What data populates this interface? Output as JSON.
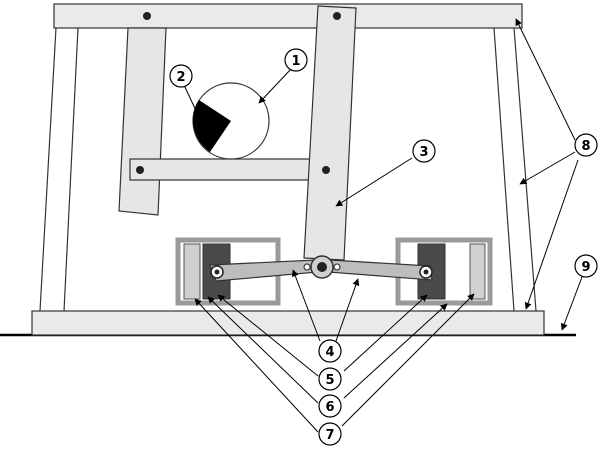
{
  "callouts": [
    {
      "id": "1",
      "label": "1"
    },
    {
      "id": "2",
      "label": "2"
    },
    {
      "id": "3",
      "label": "3"
    },
    {
      "id": "4",
      "label": "4"
    },
    {
      "id": "5",
      "label": "5"
    },
    {
      "id": "6",
      "label": "6"
    },
    {
      "id": "7",
      "label": "7"
    },
    {
      "id": "8",
      "label": "8"
    },
    {
      "id": "9",
      "label": "9"
    }
  ],
  "colors": {
    "stroke": "#333333",
    "part_fill": "#e6e6e6",
    "rod_fill": "#bdbdbd",
    "slot_frame": "#9a9a9a",
    "slider_dark": "#4a4a4a",
    "pin": "#222222",
    "disc_fill": "#ffffff",
    "disc_sector": "#000000"
  }
}
